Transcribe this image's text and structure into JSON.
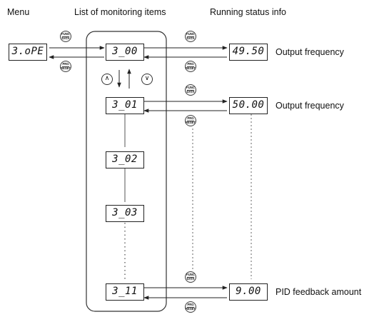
{
  "headers": {
    "menu": "Menu",
    "list": "List of monitoring items",
    "status": "Running status info"
  },
  "menu_display": "3.oPE",
  "items": [
    {
      "code": "3_00",
      "status_value": "49.50",
      "status_label": "Output frequency"
    },
    {
      "code": "3_01",
      "status_value": "50.00",
      "status_label": "Output frequency"
    },
    {
      "code": "3_02"
    },
    {
      "code": "3_03"
    },
    {
      "code": "3_11",
      "status_value": "9.00",
      "status_label": "PID feedback amount"
    }
  ],
  "keys": {
    "func_top": "FUNC",
    "func_bottom": "DATA",
    "prg_top": "PRG",
    "prg_bottom": "RESET",
    "up_symbol": "∧",
    "down_symbol": "∨"
  }
}
